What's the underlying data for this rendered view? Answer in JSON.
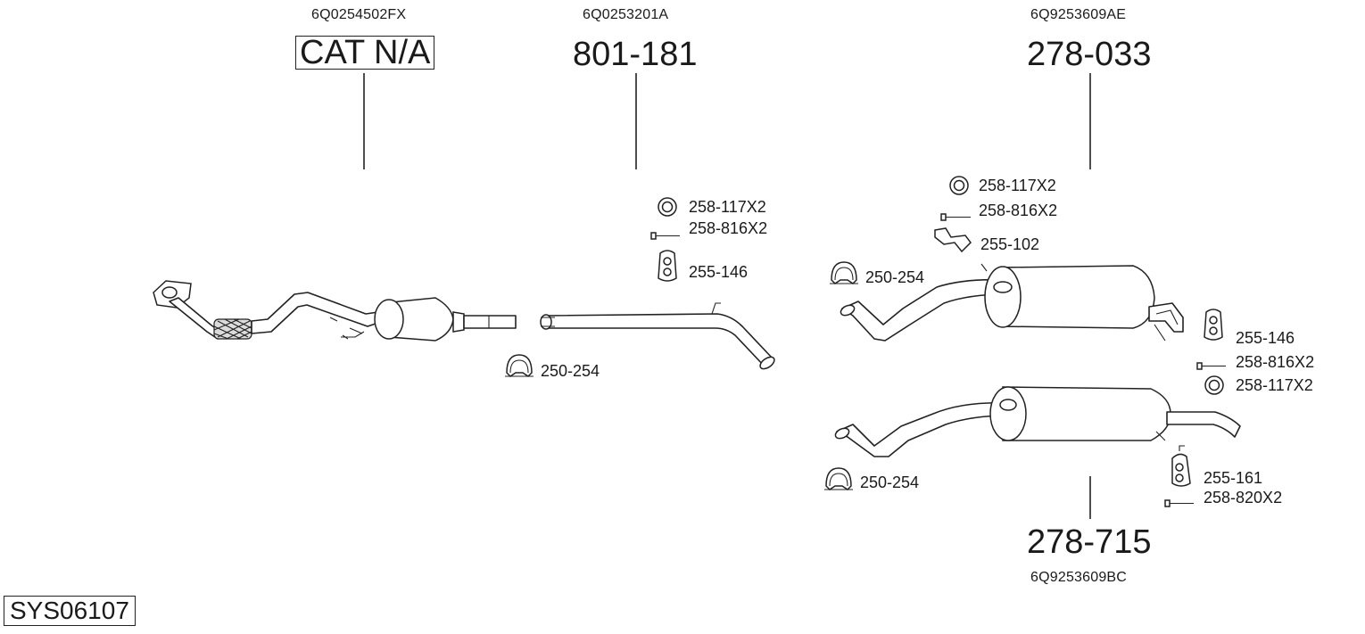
{
  "groups": [
    {
      "oem": "6Q0254502FX",
      "part": "CAT N/A"
    },
    {
      "oem": "6Q0253201A",
      "part": "801-181"
    },
    {
      "oem": "6Q9253609AE",
      "part": "278-033"
    },
    {
      "oem": "6Q9253609BC",
      "part": "278-715"
    }
  ],
  "accessories": {
    "cat": {
      "clamp": "250-254"
    },
    "mid": {
      "ring": "258-117X2",
      "bolt": "258-816X2",
      "hanger": "255-146"
    },
    "rear_upper": {
      "ring": "258-117X2",
      "bolt": "258-816X2",
      "bracket": "255-102",
      "clamp": "250-254",
      "hanger": "255-146",
      "bolt2": "258-816X2",
      "ring2": "258-117X2"
    },
    "rear_lower": {
      "clamp": "250-254",
      "hanger": "255-161",
      "bolt": "258-820X2"
    }
  },
  "system_id": "SYS06107"
}
